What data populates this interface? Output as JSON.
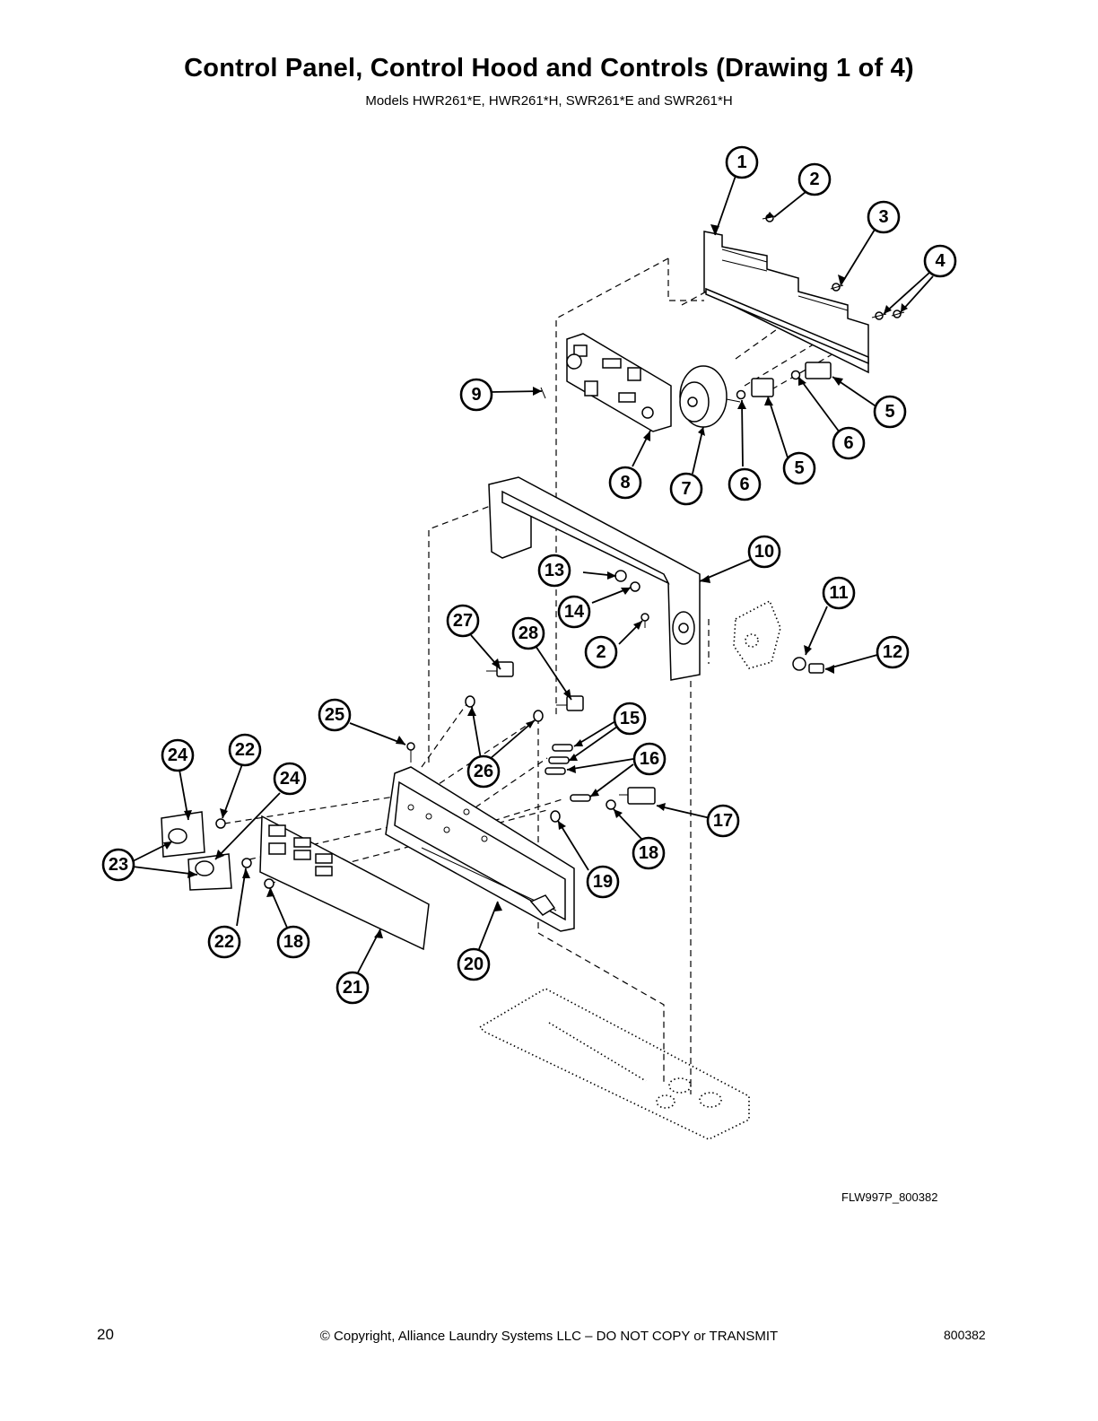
{
  "header": {
    "title": "Control Panel, Control Hood and Controls (Drawing 1 of 4)",
    "subtitle": "Models HWR261*E, HWR261*H, SWR261*E and SWR261*H"
  },
  "diagram": {
    "drawing_code": "FLW997P_800382",
    "callouts": [
      "1",
      "2",
      "3",
      "4",
      "5",
      "6",
      "5",
      "6",
      "9",
      "8",
      "7",
      "10",
      "13",
      "14",
      "2",
      "11",
      "12",
      "27",
      "28",
      "25",
      "15",
      "16",
      "17",
      "24",
      "22",
      "24",
      "26",
      "23",
      "18",
      "19",
      "22",
      "18",
      "20",
      "21"
    ]
  },
  "footer": {
    "page_number": "20",
    "copyright": "© Copyright, Alliance Laundry Systems LLC – DO NOT COPY or TRANSMIT",
    "doc_number": "800382"
  }
}
